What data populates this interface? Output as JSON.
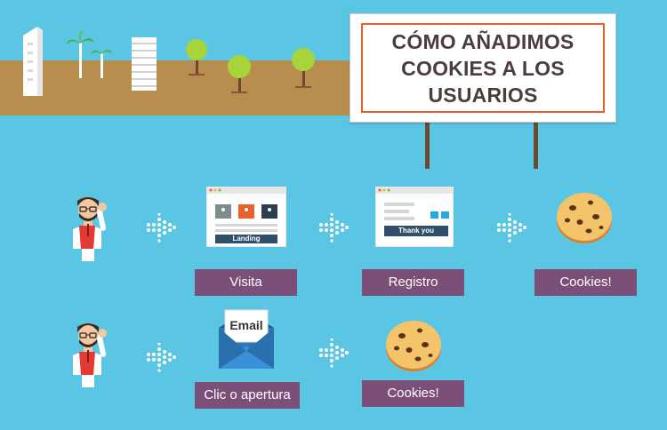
{
  "sign": {
    "line1": "CÓMO AÑADIMOS",
    "line2": "COOKIES A LOS",
    "line3": "USUARIOS"
  },
  "row1": {
    "landing_banner": "Landing",
    "thanks_banner": "Thank you",
    "label_visit": "Visita",
    "label_register": "Registro",
    "label_cookies": "Cookies!"
  },
  "row2": {
    "email_card": "Email",
    "label_click": "Clic o apertura",
    "label_cookies": "Cookies!"
  },
  "colors": {
    "background": "#5bc6e4",
    "ground": "#b88e4e",
    "label_purple": "#7b4f78",
    "sign_border": "#e8612c"
  },
  "icons": [
    "person-icon",
    "arrow-icon",
    "browser-landing-icon",
    "browser-thankyou-icon",
    "cookie-icon",
    "envelope-icon"
  ]
}
